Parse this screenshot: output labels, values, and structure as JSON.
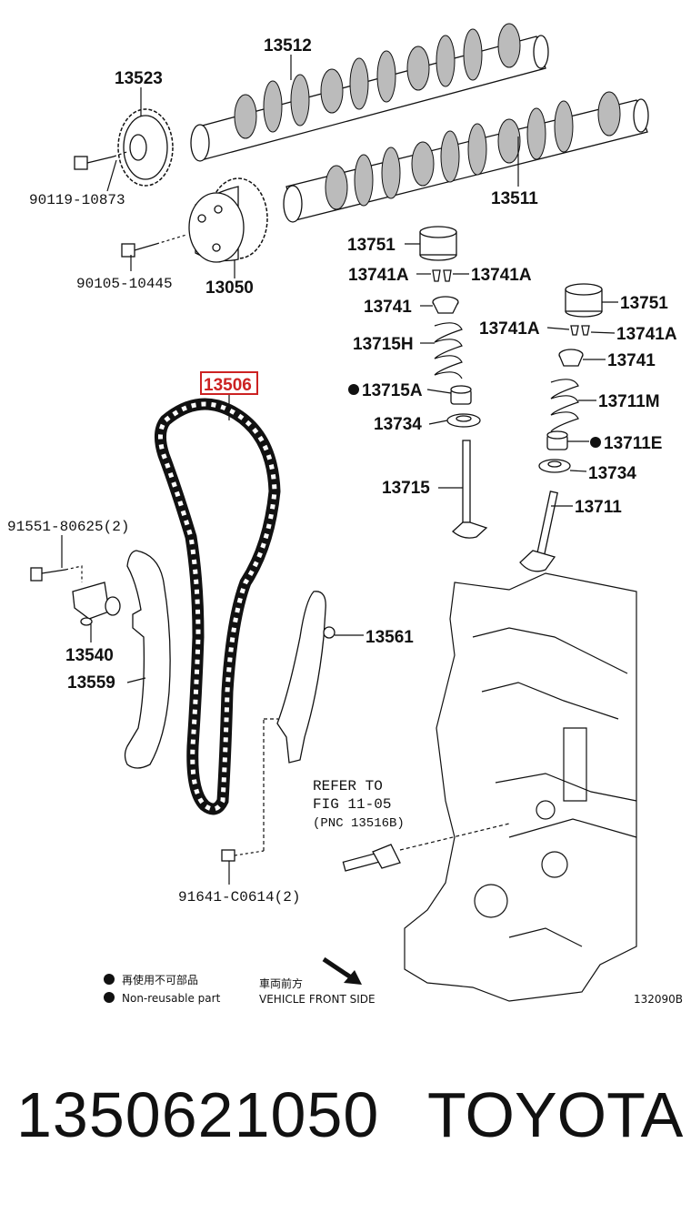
{
  "labels": {
    "p13512": "13512",
    "p13523": "13523",
    "p90119": "90119-10873",
    "p13511": "13511",
    "p90105": "90105-10445",
    "p13050": "13050",
    "p13751a": "13751",
    "p13741a_l": "13741A",
    "p13741a_r": "13741A",
    "p13741a": "13741",
    "p13715h": "13715H",
    "p13715a": "13715A",
    "p13734a": "13734",
    "p13715": "13715",
    "p13751b": "13751",
    "p13741a2_l": "13741A",
    "p13741a2_r": "13741A",
    "p13741b": "13741",
    "p13711m": "13711M",
    "p13711e": "13711E",
    "p13734b": "13734",
    "p13711": "13711",
    "p13506": "13506",
    "p91551": "91551-80625(2)",
    "p13540": "13540",
    "p13559": "13559",
    "p13561": "13561",
    "p91641": "91641-C0614(2)",
    "refer1": "REFER TO",
    "refer2": "FIG 11-05",
    "refer3": "(PNC 13516B)"
  },
  "legend": {
    "jp_nonreusable": "再使用不可部品",
    "en_nonreusable": "Non-reusable part",
    "jp_front": "車両前方",
    "en_front": "VEHICLE FRONT SIDE"
  },
  "figure_code": "132090B",
  "highlight_color": "#cc2222",
  "caption": {
    "part_number": "1350621050",
    "brand": "TOYOTA"
  }
}
